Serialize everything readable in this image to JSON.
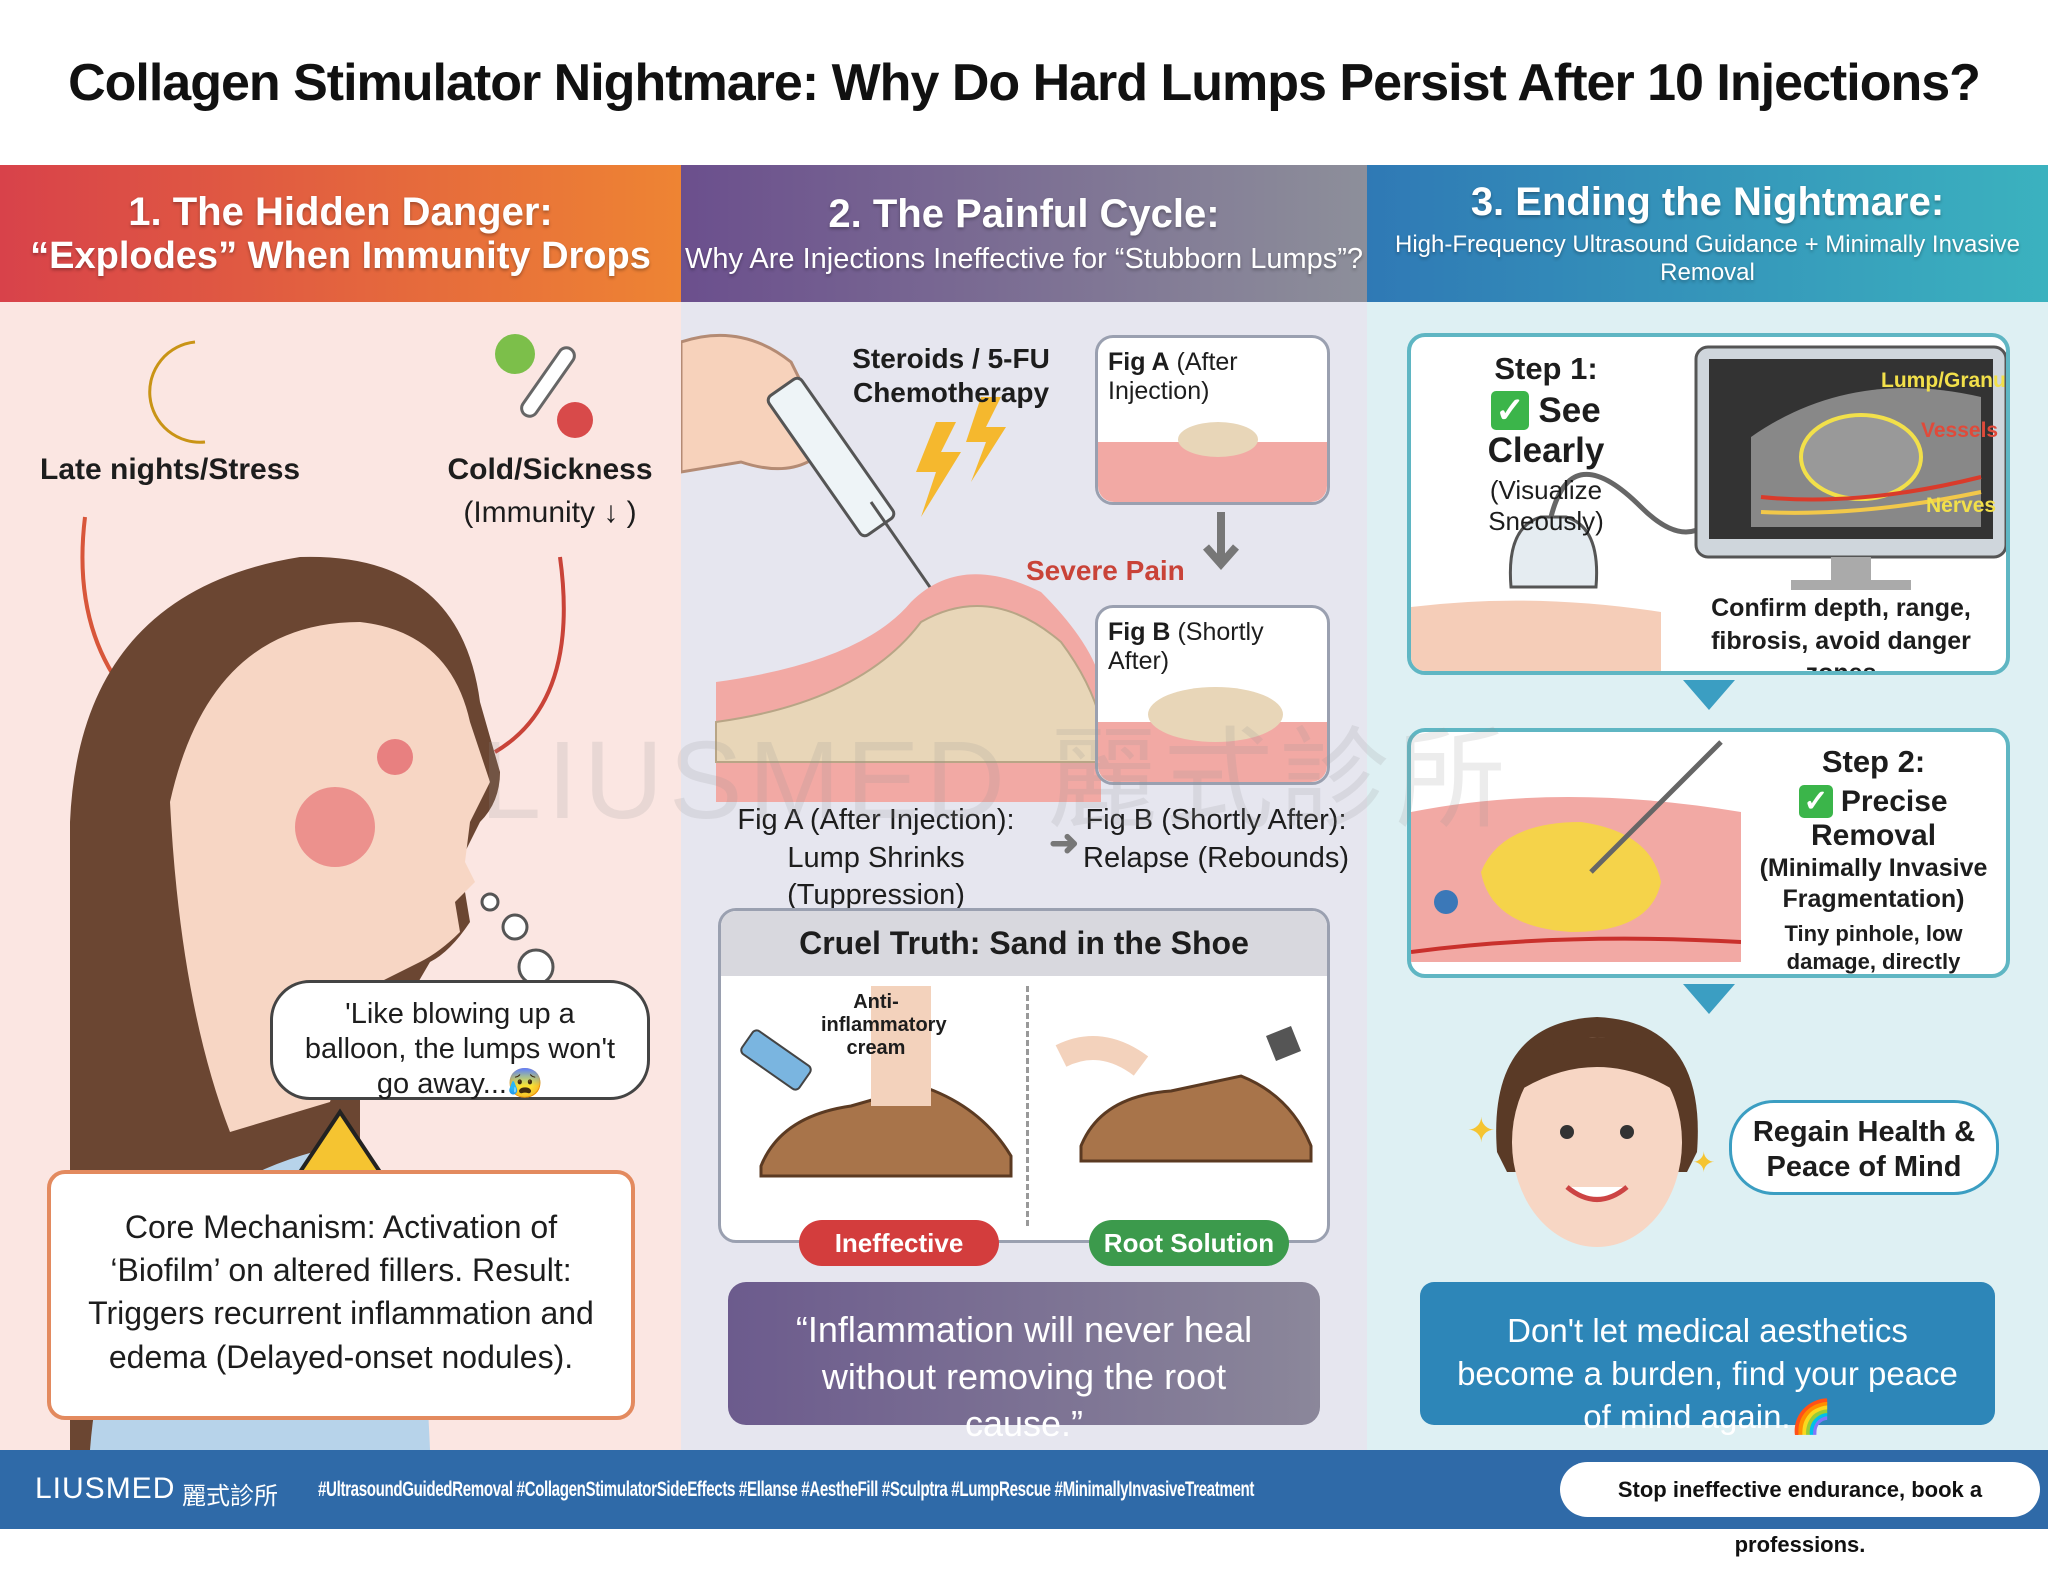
{
  "title": "Collagen Stimulator Nightmare: Why Do Hard Lumps Persist After 10 Injections?",
  "col1": {
    "title": "1. The Hidden Danger:",
    "subtitle": "“Explodes” When Immunity Drops",
    "trigger1": "Late nights/Stress",
    "trigger2": "Cold/Sickness",
    "trigger2b": "(Immunity ↓ )",
    "bubble": "'Like blowing up a balloon, the lumps won't go away...😰",
    "core": "Core Mechanism: Activation of ‘Biofilm’ on altered fillers. Result: Triggers recurrent inflammation and edema (Delayed-onset nodules).",
    "colors": {
      "header_start": "#d8424a",
      "header_end": "#ee8433",
      "bg": "#fbe6e2"
    }
  },
  "col2": {
    "title": "2. The Painful Cycle:",
    "subtitle": "Why Are Injections Ineffective for “Stubborn Lumps”?",
    "drug": "Steroids / 5-FU Chemotherapy",
    "pain": "Severe Pain",
    "figA": "Fig A",
    "figA_note": "(After Injection)",
    "figB": "Fig B",
    "figB_note": "(Shortly After)",
    "capA1": "Fig A (After Injection):",
    "capA2": "Lump Shrinks (Tuppression)",
    "capB1": "Fig B (Shortly After):",
    "capB2": "Relapse (Rebounds)",
    "truth_title": "Cruel Truth: Sand in the Shoe",
    "cream": "Anti-inflammatory cream",
    "bad": "Ineffective",
    "good": "Root Solution",
    "quote": "“Inflammation will never heal without removing the root cause.”",
    "colors": {
      "header_start": "#6b4f8d",
      "header_end": "#8d8f9a",
      "bg": "#e6e6ef",
      "quote": "#6c5b8d",
      "bad": "#d33d3d",
      "good": "#3c9a4c"
    }
  },
  "col3": {
    "title": "3. Ending the Nightmare:",
    "subtitle": "High-Frequency Ultrasound Guidance + Minimally Invasive Removal",
    "step1": "Step 1:",
    "step1_title": "See Clearly",
    "step1_sub": "(Visualize Sneously)",
    "lump": "Lump/Granuloma",
    "vessels": "Vessels",
    "nerves": "Nerves",
    "step1_note": "Confirm depth, range, fibrosis, avoid danger zones",
    "step2": "Step 2:",
    "step2_title": "Precise Removal",
    "step2_sub": "(Minimally Invasive Fragmentation)",
    "step2_note": "Tiny pinhole, low damage, directly removes \"sand\"",
    "regain": "Regain Health & Peace of Mind",
    "closing": "Don't let medical aesthetics become a burden, find your peace of mind again.🌈",
    "colors": {
      "header_start": "#2f79b5",
      "header_end": "#3bb2bf",
      "bg": "#def0f3",
      "closing": "#2d86b8",
      "check": "#3bb54a"
    }
  },
  "footer": {
    "brand": "LIUSMED",
    "brand_cn": "麗式診所",
    "tags": "#UltrasoundGuidedRemoval #CollagenStimulatorSideEffects #Ellanse #AestheFill #Sculptra #LumpRescue #MinimallyInvasiveTreatment",
    "cta": "Stop ineffective endurance, book a professions.",
    "color": "#2f6aa8"
  },
  "watermark": "LIUSMED 麗式診所"
}
